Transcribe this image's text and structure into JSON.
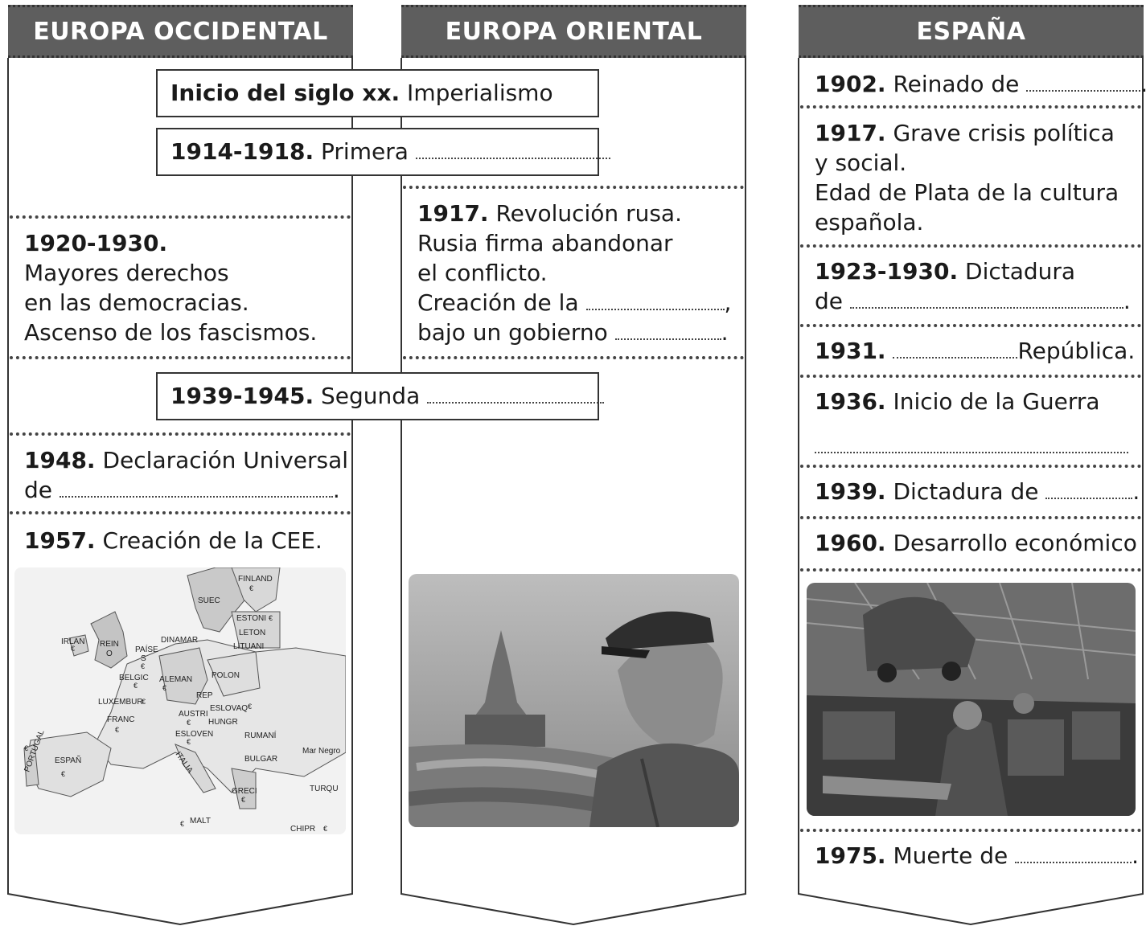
{
  "columns": {
    "west": {
      "title": "EUROPA OCCIDENTAL"
    },
    "east": {
      "title": "EUROPA ORIENTAL"
    },
    "spain": {
      "title": "ESPAÑA"
    }
  },
  "shared_boxes": [
    {
      "year": "Inicio del siglo xx.",
      "text": " Imperialismo"
    },
    {
      "year": "1914-1918.",
      "text": " Primera "
    },
    {
      "year": "1939-1945.",
      "text": " Segunda "
    }
  ],
  "west": {
    "e1920": {
      "year": "1920-1930.",
      "l1": "Mayores derechos",
      "l2": "en las democracias.",
      "l3": "Ascenso de los fascismos."
    },
    "e1948": {
      "year": "1948.",
      "text": " Declaración Universal",
      "l2": "de "
    },
    "e1957": {
      "year": "1957.",
      "text": " Creación de la CEE."
    },
    "map_labels": {
      "finland": "FINLAND",
      "suec": "SUEC",
      "estoni": "ESTONI",
      "leton": "LETON",
      "lituani": "LITUANI",
      "irlan": "IRLAN",
      "rein": "REIN",
      "o": "O",
      "paise": "PAÍSE",
      "s": "S",
      "dinamar": "DINAMAR",
      "belgic": "BELGIC",
      "aleman": "ALEMAN",
      "polon": "POLON",
      "rep": "REP",
      "luxembur": "LUXEMBUR",
      "eslovaq": "ESLOVAQ",
      "austri": "AUSTRI",
      "franc": "FRANC",
      "hungr": "HUNGR",
      "esloven": "ESLOVEN",
      "ruman": "RUMANÍ",
      "portugal": "PORTUGAL",
      "espan": "ESPAÑ",
      "italia": "ITALIA",
      "bulgar": "BULGAR",
      "mar_negro": "Mar Negro",
      "turqu": "TURQU",
      "greci": "GRECI",
      "malt": "MALT",
      "chipr": "CHIPR",
      "euro": "€"
    }
  },
  "east": {
    "e1917": {
      "year": "1917.",
      "l1": " Revolución rusa.",
      "l2": "Rusia firma abandonar",
      "l3": "el conflicto.",
      "l4": "Creación de la ",
      "l4end": ",",
      "l5": "bajo un gobierno ",
      "l5end": "."
    }
  },
  "spain": {
    "e1902": {
      "year": "1902.",
      "text": " Reinado de ",
      "end": "."
    },
    "e1917": {
      "year": "1917.",
      "l1": " Grave crisis política",
      "l2": "y social.",
      "l3": "Edad de Plata de la cultura",
      "l4": "española."
    },
    "e1923": {
      "year": "1923-1930.",
      "l1": " Dictadura",
      "l2": "de ",
      "end": "."
    },
    "e1931": {
      "year": "1931.",
      "text": "República."
    },
    "e1936": {
      "year": "1936.",
      "text": " Inicio de la Guerra"
    },
    "e1939": {
      "year": "1939.",
      "text": " Dictadura de ",
      "end": "."
    },
    "e1960": {
      "year": "1960.",
      "text": " Desarrollo económico"
    },
    "e1975": {
      "year": "1975.",
      "text": " Muerte de ",
      "end": "."
    }
  },
  "end_period": "."
}
